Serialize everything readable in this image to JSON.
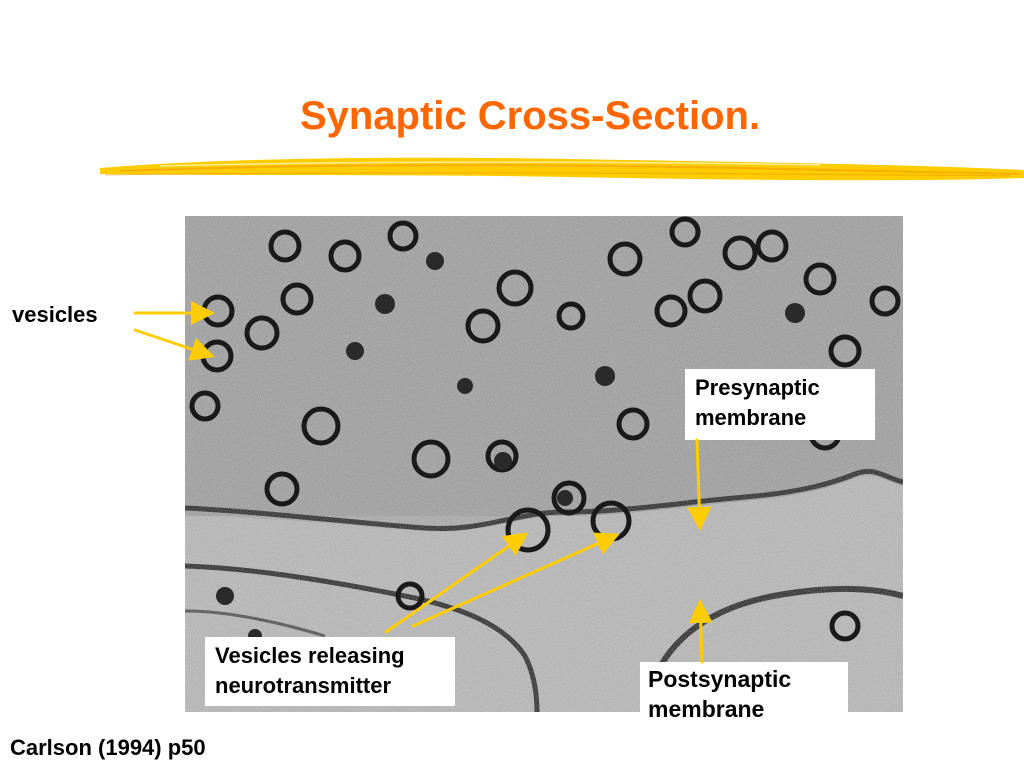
{
  "slide": {
    "title": "Synaptic Cross-Section.",
    "accent_color": "#ff6600",
    "underline_color": "#ffcc00",
    "arrow_color": "#ffcc00"
  },
  "labels": {
    "vesicles": "vesicles",
    "presynaptic_line1": "Presynaptic",
    "presynaptic_line2": "membrane",
    "releasing_line1": "Vesicles releasing",
    "releasing_line2": "neurotransmitter",
    "postsynaptic_line1": "Postsynaptic",
    "postsynaptic_line2": "membrane"
  },
  "citation": "Carlson (1994) p50",
  "image": {
    "description_icon": "electron-micrograph"
  }
}
